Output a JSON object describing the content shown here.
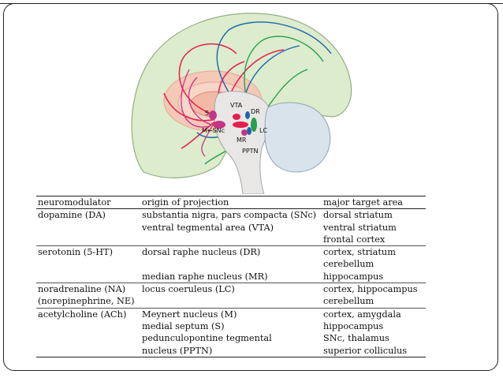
{
  "figure": {
    "labels": {
      "s": "S",
      "vta": "VTA",
      "dr": "DR",
      "m_snc": "M←SNc",
      "lc": "LC",
      "mr": "MR",
      "pptn": "PPTN"
    },
    "colors": {
      "cortex": "#dceccc",
      "cortex_outline": "#95ad85",
      "brainstem": "#e9e7e5",
      "cerebellum": "#d9e3ec",
      "dopamine": "#e61e4d",
      "serotonin": "#1b65b0",
      "noradrenaline": "#25a04f",
      "acetylcholine": "#c43585"
    }
  },
  "table": {
    "headers": [
      "neuromodulator",
      "origin of projection",
      "major target area"
    ],
    "rows": [
      [
        "dopamine (DA)",
        "substantia nigra, pars compacta (SNc)",
        "dorsal striatum"
      ],
      [
        "",
        "ventral tegmental area (VTA)",
        "ventral striatum"
      ],
      [
        "",
        "",
        "frontal cortex"
      ],
      [
        "serotonin (5-HT)",
        "dorsal raphe nucleus (DR)",
        "cortex, striatum"
      ],
      [
        "",
        "",
        "cerebellum"
      ],
      [
        "",
        "median raphe nucleus (MR)",
        "hippocampus"
      ],
      [
        "noradrenaline (NA)",
        "locus coeruleus (LC)",
        "cortex, hippocampus"
      ],
      [
        "(norepinephrine, NE)",
        "",
        "cerebellum"
      ],
      [
        "acetylcholine (ACh)",
        "Meynert nucleus (M)",
        "cortex, amygdala"
      ],
      [
        "",
        "medial septum (S)",
        "hippocampus"
      ],
      [
        "",
        "pedunculopontine tegmental",
        "SNc, thalamus"
      ],
      [
        "",
        "nucleus (PPTN)",
        "superior colliculus"
      ]
    ]
  }
}
